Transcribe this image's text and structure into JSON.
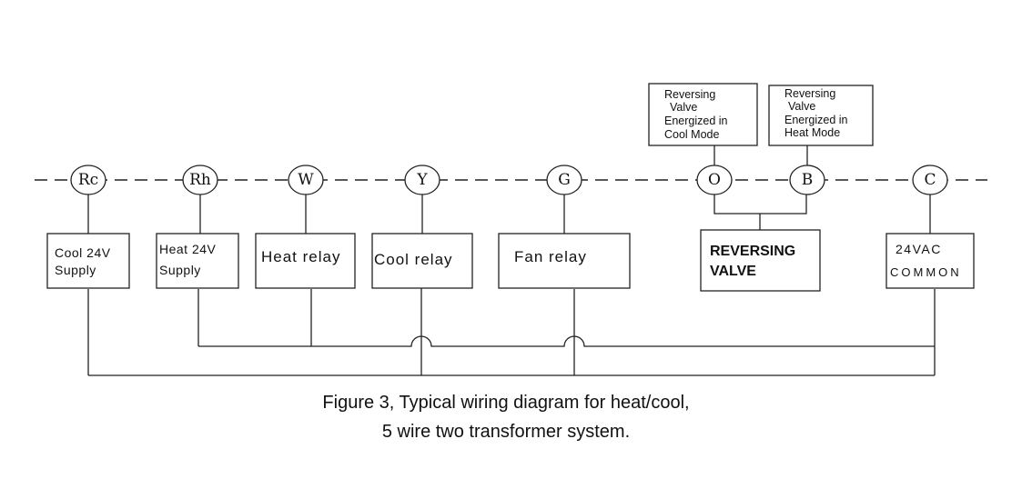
{
  "terminals": {
    "rc": "Rc",
    "rh": "Rh",
    "w": "W",
    "y": "Y",
    "g": "G",
    "o": "O",
    "b": "B",
    "c": "C"
  },
  "boxes": {
    "cool_supply": [
      "Cool 24V",
      "Supply"
    ],
    "heat_supply": [
      "Heat 24V",
      "Supply"
    ],
    "heat_relay": "Heat relay",
    "cool_relay": "Cool relay",
    "fan_relay": "Fan relay",
    "reversing_valve": [
      "REVERSING",
      "VALVE"
    ],
    "common": [
      "24VAC",
      "COMMON"
    ]
  },
  "notes": {
    "cool_mode": [
      "Reversing",
      "Valve",
      "Energized in",
      "Cool Mode"
    ],
    "heat_mode": [
      "Reversing",
      "Valve",
      "Energized in",
      "Heat Mode"
    ]
  },
  "caption": {
    "line1": "Figure 3, Typical wiring diagram for heat/cool,",
    "line2": "5 wire two transformer system."
  }
}
